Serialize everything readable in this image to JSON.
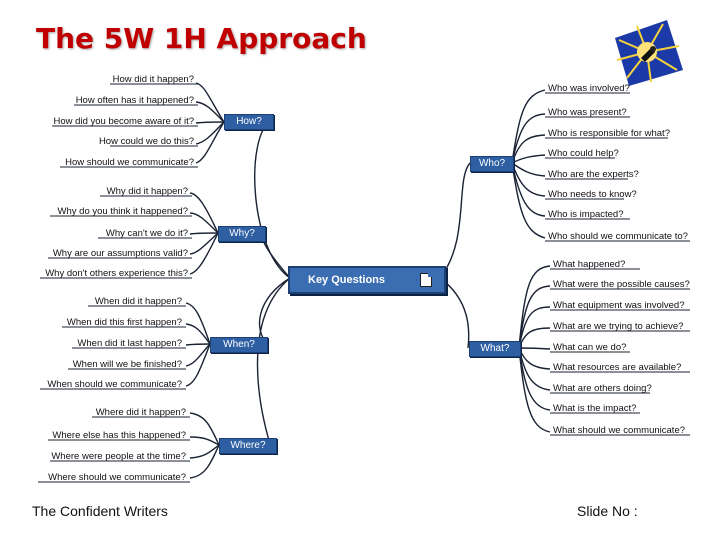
{
  "title": "The 5W 1H Approach",
  "center": "Key Questions",
  "hubs": {
    "how": "How?",
    "who": "Who?",
    "why": "Why?",
    "when": "When?",
    "what": "What?",
    "where": "Where?"
  },
  "how_questions": [
    "How did it happen?",
    "How often has it happened?",
    "How did you become aware of it?",
    "How could we do this?",
    "How should we communicate?"
  ],
  "why_questions": [
    "Why did it happen?",
    "Why do you think it happened?",
    "Why can't we do it?",
    "Why are our assumptions valid?",
    "Why don't others experience this?"
  ],
  "when_questions": [
    "When did it happen?",
    "When did this first happen?",
    "When did it last happen?",
    "When will we be finished?",
    "When should we communicate?"
  ],
  "where_questions": [
    "Where did it happen?",
    "Where else has this happened?",
    "Where were people at the time?",
    "Where should we communicate?"
  ],
  "who_questions": [
    "Who was involved?",
    "Who was present?",
    "Who is responsible for what?",
    "Who could help?",
    "Who are the experts?",
    "Who needs to know?",
    "Who is impacted?",
    "Who should we communicate to?"
  ],
  "what_questions": [
    "What happened?",
    "What were the possible causes?",
    "What equipment was involved?",
    "What are we trying to achieve?",
    "What can we do?",
    "What resources are available?",
    "What are others doing?",
    "What is the impact?",
    "What should we communicate?"
  ],
  "footer": {
    "left": "The Confident Writers",
    "right": "Slide No :"
  }
}
